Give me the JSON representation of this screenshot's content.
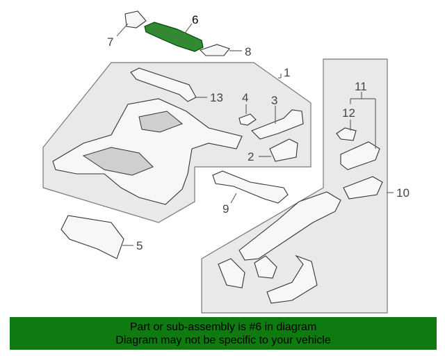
{
  "diagram": {
    "callouts": {
      "c1": "1",
      "c2": "2",
      "c3": "3",
      "c4": "4",
      "c5": "5",
      "c6": "6",
      "c7": "7",
      "c8": "8",
      "c9": "9",
      "c10": "10",
      "c11": "11",
      "c12": "12",
      "c13": "13"
    },
    "colors": {
      "highlight": "#2e8b2e",
      "banner": "#0f7a0f"
    }
  },
  "banner": {
    "line1": "Part or sub-assembly is #6 in diagram",
    "line2": "Diagram may not be specific to your vehicle"
  }
}
